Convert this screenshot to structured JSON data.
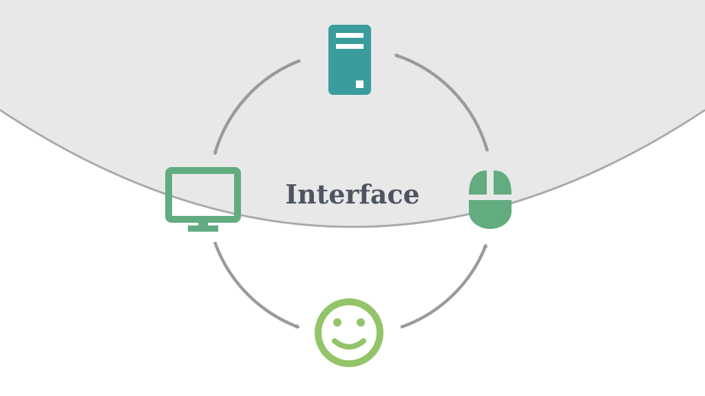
{
  "diagram": {
    "interface_label": "Interface",
    "nodes": [
      {
        "name": "server",
        "icon": "server-icon"
      },
      {
        "name": "monitor",
        "icon": "monitor-icon"
      },
      {
        "name": "mouse",
        "icon": "mouse-icon"
      },
      {
        "name": "user",
        "icon": "smiley-face-icon"
      }
    ],
    "flow": [
      [
        "server",
        "monitor"
      ],
      [
        "monitor",
        "user"
      ],
      [
        "user",
        "mouse"
      ],
      [
        "mouse",
        "server"
      ]
    ]
  },
  "colors": {
    "background": "#ffffff",
    "system_region": "#e8e8e8",
    "region_outline": "#a9a9a9",
    "arrow": "#9a9a9a",
    "server": "#3a9c9c",
    "monitor": "#62ac80",
    "mouse": "#62ac80",
    "user": "#93c46a",
    "label": "#4e5560"
  }
}
